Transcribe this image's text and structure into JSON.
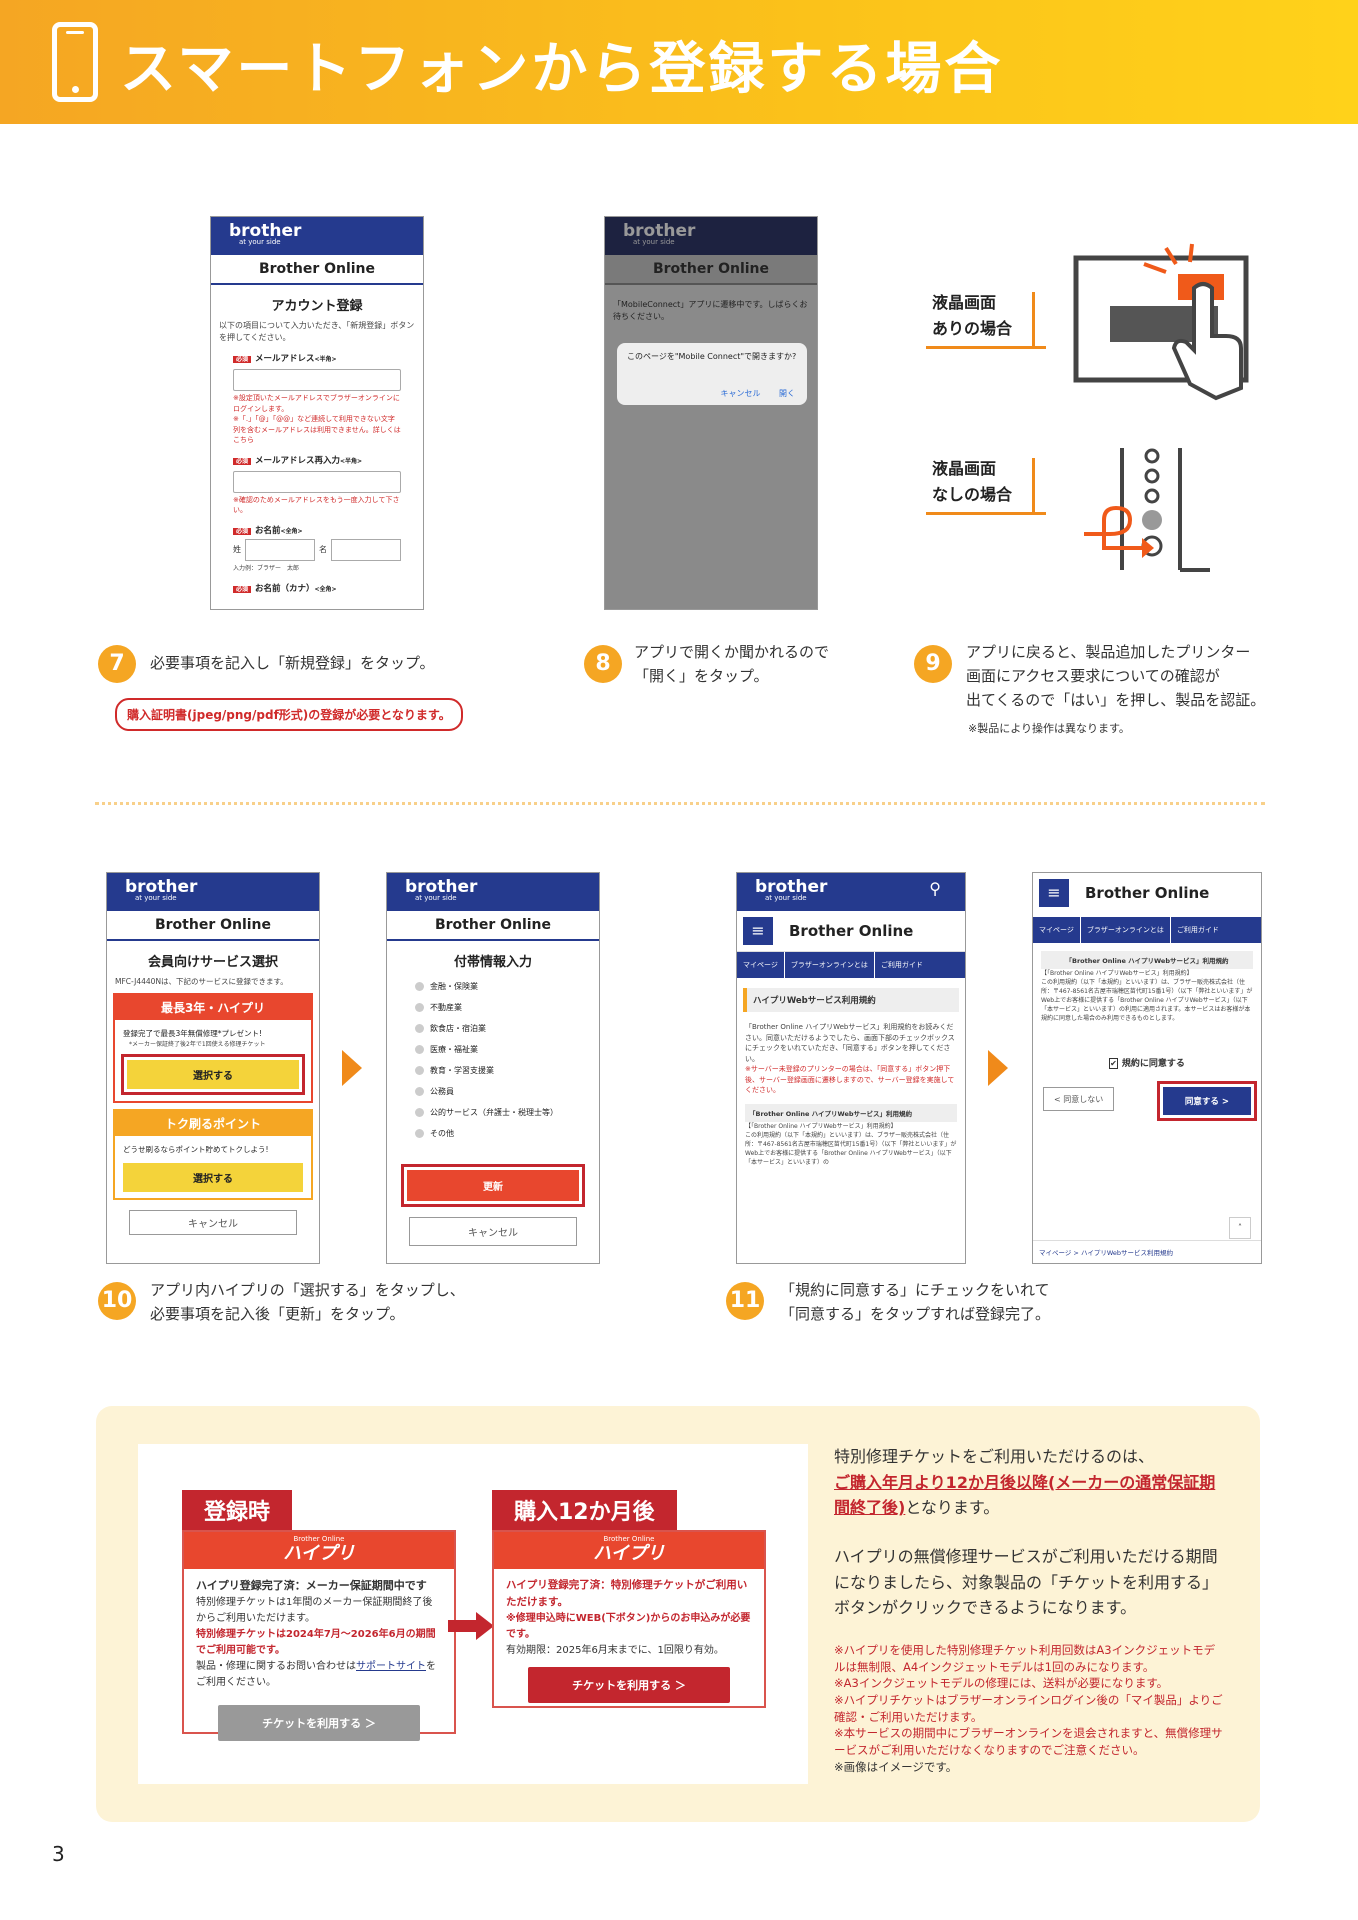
{
  "header": {
    "title": "スマートフォンから登録する場合"
  },
  "phone1": {
    "logo": "brother",
    "logo_sub": "at your side",
    "bo": "Brother Online",
    "heading": "アカウント登録",
    "intro": "以下の項目について入力いただき、「新規登録」ボタンを押してください。",
    "req": "必須",
    "email_label": "メールアドレス",
    "email_label_suffix": "<半角>",
    "email_note1": "※設定頂いたメールアドレスでブラザーオンラインにログインします。",
    "email_note2": "※「.」「@」「@@」など連続して利用できない文字列を含むメールアドレスは利用できません。詳しくはこちら",
    "email2_label": "メールアドレス再入力",
    "email2_label_suffix": "<半角>",
    "email2_note": "※確認のためメールアドレスをもう一度入力して下さい。",
    "name_label": "お名前",
    "name_label_suffix": "<全角>",
    "sei": "姓",
    "mei": "名",
    "example": "入力例：ブラザー　太郎",
    "kana_label": "お名前（カナ）",
    "kana_label_suffix": "<全角>"
  },
  "phone2": {
    "logo": "brother",
    "logo_sub": "at your side",
    "bo": "Brother Online",
    "msg": "「MobileConnect」アプリに遷移中です。しばらくお待ちください。",
    "dialog": "このページを\"Mobile Connect\"で開きますか?",
    "cancel": "キャンセル",
    "open": "開く"
  },
  "illus": {
    "lcd_yes_1": "液晶画面",
    "lcd_yes_2": "ありの場合",
    "lcd_no_1": "液晶画面",
    "lcd_no_2": "なしの場合"
  },
  "step7": {
    "num": "7",
    "text": "必要事項を記入し「新規登録」をタップ。",
    "note": "購入証明書(jpeg/png/pdf形式)の登録が必要となります。"
  },
  "step8": {
    "num": "8",
    "line1": "アプリで開くか聞かれるので",
    "line2": "「開く」をタップ。"
  },
  "step9": {
    "num": "9",
    "line1": "アプリに戻ると、製品追加したプリンター",
    "line2": "画面にアクセス要求についての確認が",
    "line3": "出てくるので「はい」を押し、製品を認証。",
    "note": "※製品により操作は異なります。"
  },
  "phone3": {
    "logo": "brother",
    "logo_sub": "at your side",
    "bo": "Brother Online",
    "heading": "会員向けサービス選択",
    "model": "MFC-J4440Nは、下記のサービスに登録できます。",
    "card1_title": "最長3年・ハイプリ",
    "card1_text": "登録完了で最長3年無償修理*プレゼント!",
    "card1_sub": "*メーカー保証終了後2年で1回使える修理チケット",
    "select": "選択する",
    "card2_title": "トク刷るポイント",
    "card2_text": "どうせ刷るならポイント貯めてトクしよう!",
    "cancel": "キャンセル"
  },
  "phone4": {
    "logo": "brother",
    "logo_sub": "at your side",
    "bo": "Brother Online",
    "heading": "付帯情報入力",
    "options": [
      "金融・保険業",
      "不動産業",
      "飲食店・宿泊業",
      "医療・福祉業",
      "教育・学習支援業",
      "公務員",
      "公的サービス（弁護士・税理士等）",
      "その他"
    ],
    "update": "更新",
    "cancel": "キャンセル"
  },
  "phone5": {
    "logo": "brother",
    "logo_sub": "at your side",
    "bo": "Brother Online",
    "nav": [
      "マイページ",
      "ブラザーオンラインとは",
      "ご利用ガイド"
    ],
    "heading": "ハイプリWebサービス利用規約",
    "p1": "「Brother Online ハイプリWebサービス」利用規約をお読みください。同意いただけるようでしたら、画面下部のチェックボックスにチェックをいれていただき、「同意する」ボタンを押してください。",
    "p2": "※サーバー未登録のプリンターの場合は、「同意する」ボタン押下後、サーバー登録画面に遷移しますので、サーバー登録を実施してください。",
    "terms_title": "「Brother Online ハイプリWebサービス」利用規約",
    "terms1": "【「Brother Online ハイプリWebサービス」利用規約】",
    "terms2": "この利用規約（以下「本規約」といいます）は、ブラザー販売株式会社（住所：〒467-8561名古屋市瑞穂区苗代町15番1号）（以下「弊社といいます」がWeb上でお客様に提供する「Brother Online ハイプリWebサービス」（以下「本サービス」といいます）の"
  },
  "phone6": {
    "bo": "Brother Online",
    "nav": [
      "マイページ",
      "ブラザーオンラインとは",
      "ご利用ガイド"
    ],
    "terms_title": "「Brother Online ハイプリWebサービス」利用規約",
    "terms1": "【「Brother Online ハイプリWebサービス」利用規約】",
    "terms2": "この利用規約（以下「本規約」といいます）は、ブラザー販売株式会社（住所：〒467-8561名古屋市瑞穂区苗代町15番1号）（以下「弊社といいます」がWeb上でお客様に提供する「Brother Online ハイプリWebサービス」（以下「本サービス」といいます）の利用に適用されます。本サービスはお客様が本規約に同意した場合のみ利用できるものとします。",
    "agree_check": "規約に同意する",
    "disagree": "< 同意しない",
    "agree": "同意する >",
    "crumb": "マイページ > ハイプリWebサービス利用規約"
  },
  "step10": {
    "num": "10",
    "line1": "アプリ内ハイプリの「選択する」をタップし、",
    "line2": "必要事項を記入後「更新」をタップ。"
  },
  "step11": {
    "num": "11",
    "line1": "「規約に同意する」にチェックをいれて",
    "line2": "「同意する」をタップすれば登録完了。"
  },
  "bottom": {
    "tag1": "登録時",
    "tag2": "購入12か月後",
    "brand_small": "Brother Online",
    "brand": "ハイプリ",
    "card1_l1": "ハイプリ登録完了済：メーカー保証期間中です",
    "card1_l2": "特別修理チケットは1年間のメーカー保証期間終了後からご利用いただけます。",
    "card1_l3": "特別修理チケットは2024年7月～2026年6月の期間でご利用可能です。",
    "card1_l4": "製品・修理に関するお問い合わせは",
    "card1_link": "サポートサイト",
    "card1_l4b": "をご利用ください。",
    "card1_btn": "チケットを利用する ＞",
    "card2_l1": "ハイプリ登録完了済：特別修理チケットがご利用いただけます。",
    "card2_l2": "※修理申込時にWEB(下ボタン)からのお申込みが必要です。",
    "card2_l3": "有効期限：2025年6月末までに、1回限り有効。",
    "card2_btn": "チケットを利用する ＞",
    "r1": "特別修理チケットをご利用いただけるのは、",
    "r2": "ご購入年月より12か月後以降(メーカーの通常保証期間終了後)",
    "r3": "となります。",
    "r4": "ハイプリの無償修理サービスがご利用いただける期間になりましたら、対象製品の「チケットを利用する」ボタンがクリックできるようになります。",
    "n1": "※ハイプリを使用した特別修理チケット利用回数はA3インクジェットモデルは無制限、A4インクジェットモデルは1回のみになります。",
    "n2": "※A3インクジェットモデルの修理には、送料が必要になります。",
    "n3": "※ハイプリチケットはブラザーオンラインログイン後の「マイ製品」よりご確認・ご利用いただけます。",
    "n4": "※本サービスの期間中にブラザーオンラインを退会されますと、無償修理サービスがご利用いただけなくなりますのでご注意ください。",
    "n5": "※画像はイメージです。"
  },
  "page_number": "3",
  "colors": {
    "orange": "#f5a623",
    "navy": "#253a8e",
    "red": "#c3262e"
  }
}
